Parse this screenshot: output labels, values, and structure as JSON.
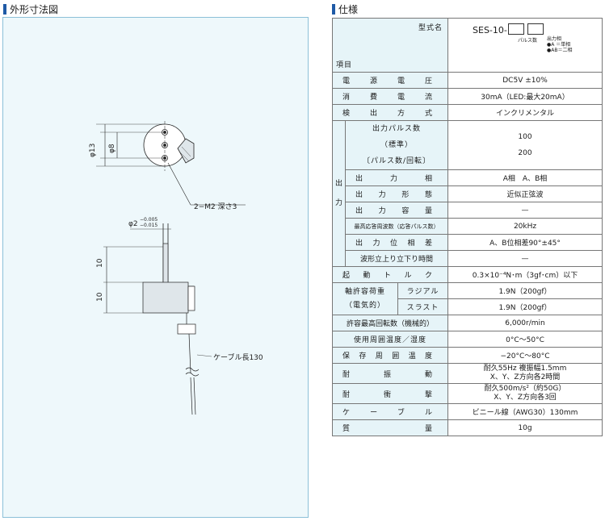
{
  "left_title": "外形寸法図",
  "right_title": "仕様",
  "drawing": {
    "dim_13": "φ13",
    "dim_8": "φ8",
    "screw": "2−M2  深さ3",
    "shaft_dia": "φ2",
    "shaft_tol_upper": "−0.005",
    "shaft_tol_lower": "−0.015",
    "len_10_top": "10",
    "len_10_bottom": "10",
    "cable": "ケーブル長130"
  },
  "spec": {
    "header_model": "型式名",
    "header_item": "項目",
    "model_name": "SES-10-",
    "model_sub_pulse": "パルス数",
    "model_sub_phase": "出力相",
    "model_sub_a": "●A  ＝単相",
    "model_sub_ab": "●AB＝二相",
    "rows": {
      "voltage": {
        "label": "電源電圧",
        "value": "DC5V  ±10%"
      },
      "current": {
        "label": "消費電流",
        "value": "30mA（LED:最大20mA）"
      },
      "method": {
        "label": "検出方式",
        "value": "インクリメンタル"
      },
      "out_group": "出力",
      "pulses_l1": "出力パルス数",
      "pulses_l2": "（標準）",
      "pulses_l3": "〔パルス数/回転〕",
      "pulses_v1": "100",
      "pulses_v2": "200",
      "phase": {
        "label": "出力相",
        "value": "A相　A、B相"
      },
      "form": {
        "label": "出力形態",
        "value": "近似正弦波"
      },
      "capacity": {
        "label": "出力容量",
        "value": "—"
      },
      "max_freq": {
        "label": "最高応答周波数（応答パルス数）",
        "value": "20kHz"
      },
      "phase_diff": {
        "label": "出力位相差",
        "value": "A、B位相差90°±45°"
      },
      "rise": {
        "label": "波形立上り立下り時間",
        "value": "—"
      },
      "torque": {
        "label": "起動トルク",
        "value": "0.3×10⁻⁴N･m（3gf･cm）以下"
      },
      "load_l1": "軸許容荷重",
      "load_l2": "（電気的）",
      "radial": {
        "label": "ラジアル",
        "value": "1.9N（200gf）"
      },
      "thrust": {
        "label": "スラスト",
        "value": "1.9N（200gf）"
      },
      "max_rpm": {
        "label": "許容最高回転数（機械的）",
        "value": "6,000r/min"
      },
      "temp_use": {
        "label": "使用周囲温度／湿度",
        "value": "0°C〜50°C"
      },
      "temp_store": {
        "label": "保存周囲温度",
        "value": "−20°C〜80°C"
      },
      "vibration": {
        "label": "耐振動",
        "value1": "耐久55Hz  複振幅1.5mm",
        "value2": "X、Y、Z方向各2時間"
      },
      "shock": {
        "label": "耐衝撃",
        "value1": "耐久500m/s²（約50G）",
        "value2": "X、Y、Z方向各3回"
      },
      "cable": {
        "label": "ケーブル",
        "value": "ビニール線（AWG30）130mm"
      },
      "mass": {
        "label": "質量",
        "value": "10g"
      }
    }
  }
}
